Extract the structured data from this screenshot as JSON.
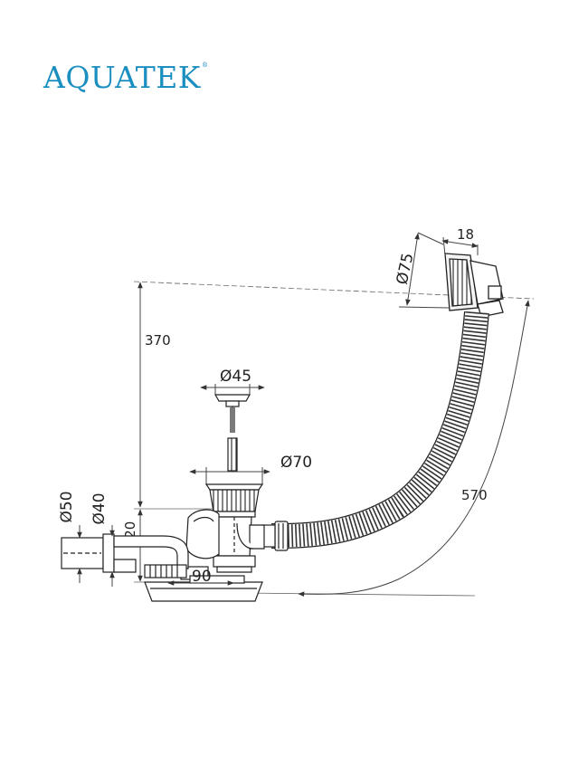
{
  "brand": {
    "name": "AQUATEK",
    "registered_mark": "®",
    "color": "#1b8fc0"
  },
  "dimensions": {
    "height_370": "370",
    "overflow_diameter": "Ø75",
    "overflow_depth": "18",
    "plug_diameter": "Ø45",
    "drain_diameter": "Ø70",
    "hose_length": "570",
    "outlet_outer": "Ø50",
    "outlet_inner": "Ø40",
    "trap_height": "120",
    "trap_offset": "90"
  },
  "colors": {
    "line": "#222222",
    "dim_line": "#555555"
  }
}
